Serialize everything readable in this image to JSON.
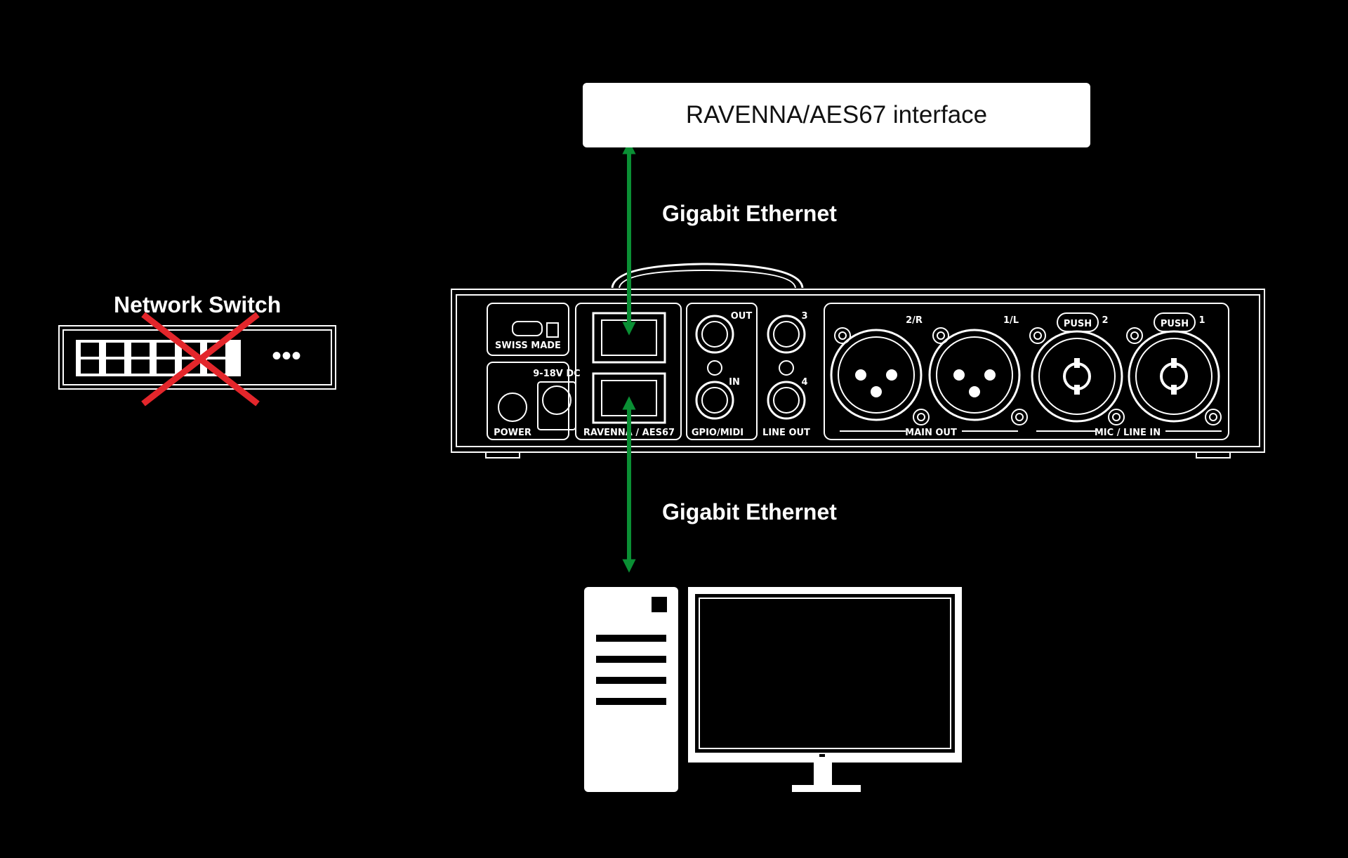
{
  "interface_box": {
    "label": "RAVENNA/AES67 interface"
  },
  "network_switch": {
    "title": "Network Switch",
    "dots": "•••",
    "status": "crossed-out"
  },
  "links": {
    "top_label": "Gigabit Ethernet",
    "bottom_label": "Gigabit Ethernet"
  },
  "device": {
    "badge": "SWISS MADE",
    "power_label": "POWER",
    "dc_label": "9-18V DC",
    "network_label": "RAVENNA / AES67",
    "gpio_label": "GPIO/MIDI",
    "gpio_out": "OUT",
    "gpio_in": "IN",
    "line_out_label": "LINE OUT",
    "line_out_3": "3",
    "line_out_4": "4",
    "main_out_label": "MAIN OUT",
    "main_out_r": "2/R",
    "main_out_l": "1/L",
    "mic_line_label": "MIC / LINE IN",
    "combo_2": "2",
    "combo_1": "1",
    "push": "PUSH"
  },
  "colors": {
    "background": "#000000",
    "arrow": "#0a8f34",
    "cross": "#e3262b",
    "line": "#ffffff"
  }
}
